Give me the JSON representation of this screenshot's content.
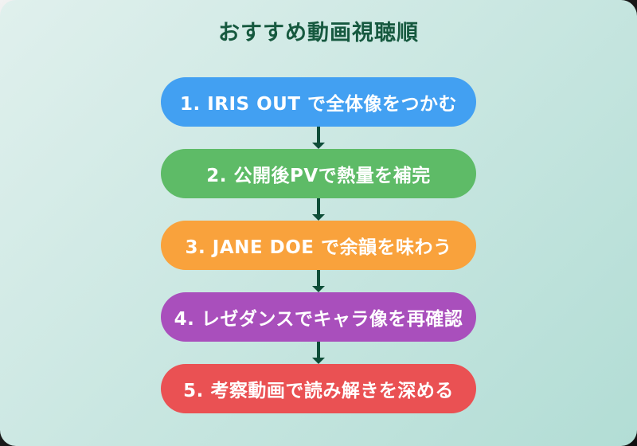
{
  "page": {
    "title": "おすすめ動画視聴順"
  },
  "colors": {
    "title_text": "#16593F",
    "arrow": "#0E4D38",
    "card_bg_start": "#E0F0ED",
    "card_bg_end": "#B2DDD5",
    "step_text": "#FFFFFF"
  },
  "steps": [
    {
      "label": "1. IRIS OUT で全体像をつかむ",
      "color": "#42A0F2"
    },
    {
      "label": "2. 公開後PVで熱量を補完",
      "color": "#5EBB67"
    },
    {
      "label": "3. JANE DOE で余韻を味わう",
      "color": "#F9A23C"
    },
    {
      "label": "4. レゼダンスでキャラ像を再確認",
      "color": "#A94FBC"
    },
    {
      "label": "5. 考察動画で読み解きを深める",
      "color": "#EA5153"
    }
  ]
}
